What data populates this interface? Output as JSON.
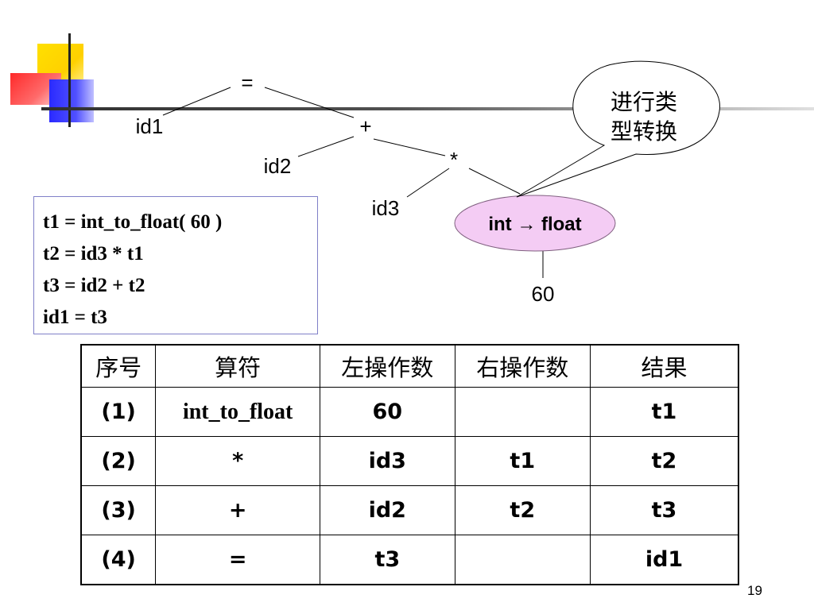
{
  "tree": {
    "nodes": {
      "assign": "=",
      "id1": "id1",
      "plus": "+",
      "id2": "id2",
      "times": "*",
      "id3": "id3",
      "conversion": "int → float",
      "const60": "60"
    },
    "callout": {
      "line1": "进行类",
      "line2": "型转换"
    }
  },
  "code": {
    "lines": [
      "t1 = int_to_float( 60 )",
      "t2 = id3 * t1",
      "t3 = id2 + t2",
      "id1 = t3"
    ]
  },
  "table": {
    "headers": [
      "序号",
      "算符",
      "左操作数",
      "右操作数",
      "结果"
    ],
    "rows": [
      [
        "(1)",
        "int_to_float",
        "60",
        "",
        "t1"
      ],
      [
        "(2)",
        "*",
        "id3",
        "t1",
        "t2"
      ],
      [
        "(3)",
        "+",
        "id2",
        "t2",
        "t3"
      ],
      [
        "(4)",
        "=",
        "t3",
        "",
        "id1"
      ]
    ]
  },
  "page_number": "19",
  "colors": {
    "conversion_fill": "#f4ccf4",
    "code_border": "#8080c8"
  }
}
